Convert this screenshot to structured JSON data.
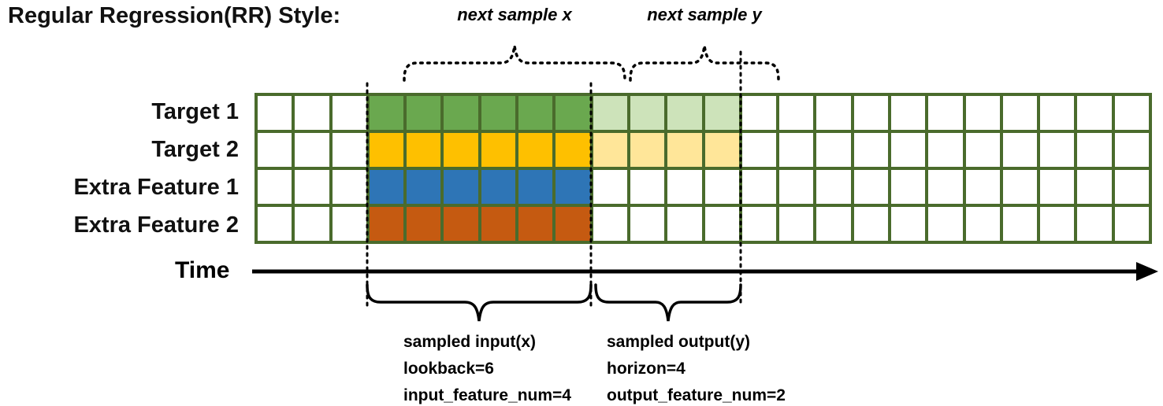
{
  "title": "Regular Regression(RR) Style:",
  "top_annotations": {
    "next_sample_x": "next sample x",
    "next_sample_y": "next sample y"
  },
  "time_axis": {
    "label": "Time"
  },
  "bottom_annotations": {
    "input": {
      "line1": "sampled input(x)",
      "line2": "lookback=6",
      "line3": "input_feature_num=4"
    },
    "output": {
      "line1": "sampled output(y)",
      "line2": "horizon=4",
      "line3": "output_feature_num=2"
    }
  },
  "grid": {
    "total_columns": 24,
    "input_start_col": 3,
    "lookback": 6,
    "horizon": 4,
    "border_color": "#4a6b2c",
    "rows": [
      {
        "label": "Target 1",
        "input_color": "#6aa84f",
        "output_color": "#cde3ba"
      },
      {
        "label": "Target 2",
        "input_color": "#fec000",
        "output_color": "#ffe699"
      },
      {
        "label": "Extra Feature 1",
        "input_color": "#2e75b6",
        "output_color": null
      },
      {
        "label": "Extra Feature 2",
        "input_color": "#c55a11",
        "output_color": null
      }
    ]
  }
}
